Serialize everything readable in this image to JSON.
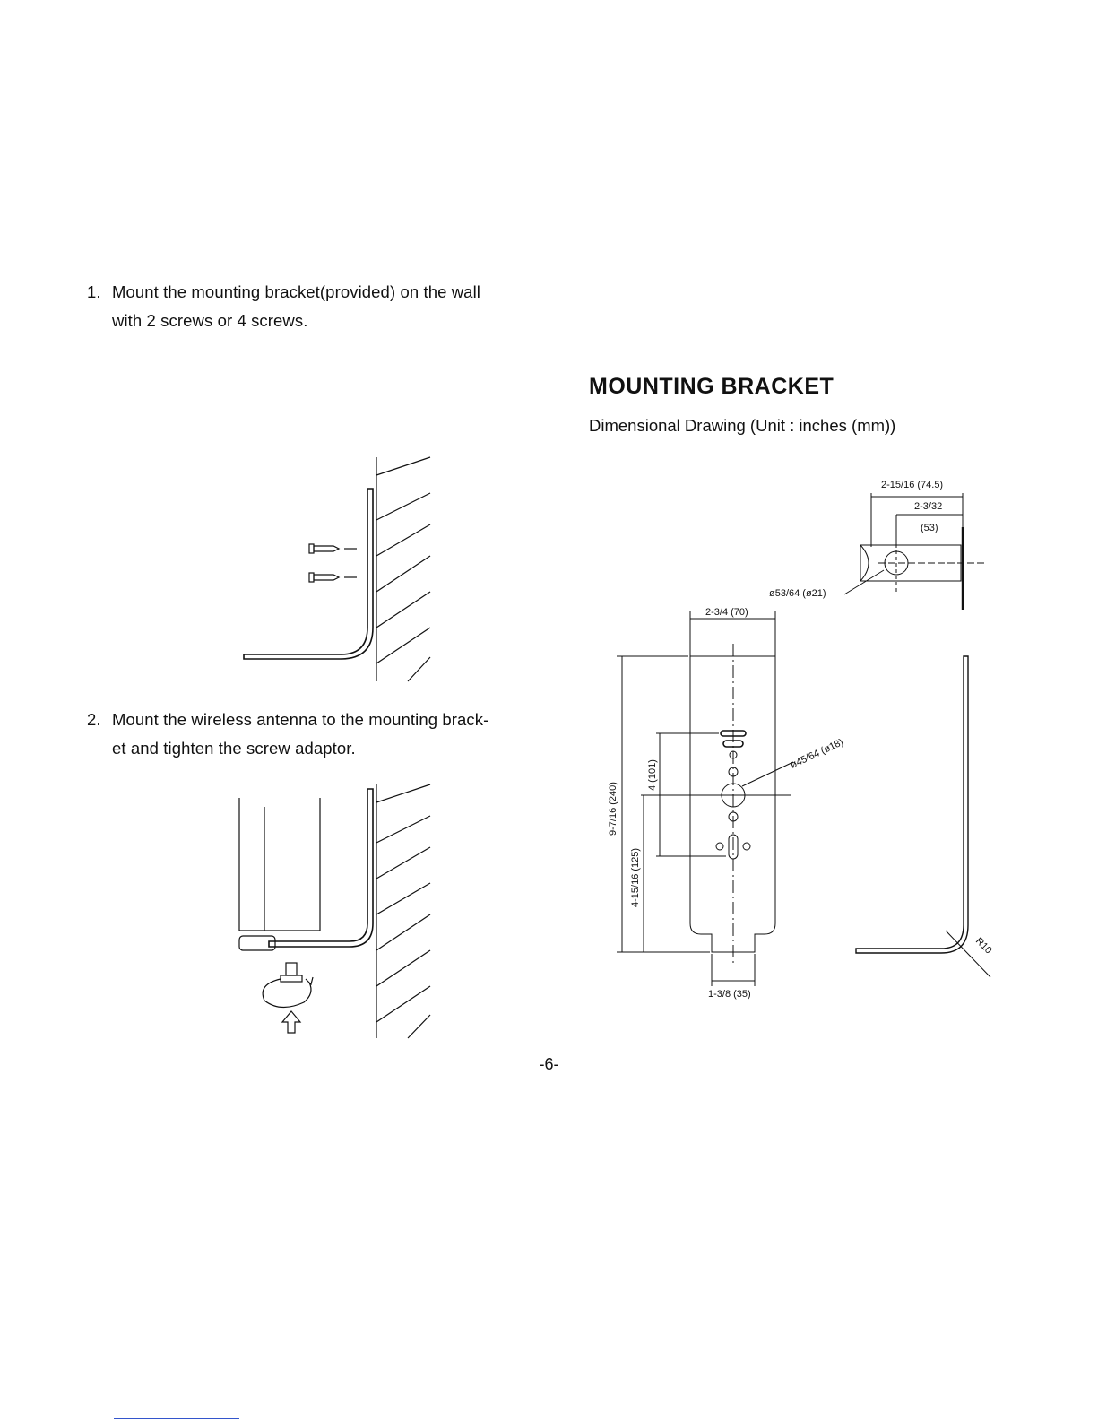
{
  "step1": {
    "number": "1.",
    "line1": "Mount the mounting bracket(provided) on the wall",
    "line2": "with 2 screws or 4 screws."
  },
  "step2": {
    "number": "2.",
    "line1": "Mount the wireless antenna to the mounting brack-",
    "line2": "et and tighten the screw adaptor."
  },
  "section": {
    "title": "MOUNTING BRACKET",
    "subtitle": "Dimensional Drawing (Unit : inches (mm))"
  },
  "dimensions": {
    "top_width": "2-15/16 (74.5)",
    "inner_width": "2-3/32",
    "inner_width_mm": "(53)",
    "hole_large": "ø53/64 (ø21)",
    "plate_width": "2-3/4 (70)",
    "total_height": "9-7/16 (240)",
    "hole_span": "4 (101)",
    "lower_height": "4-15/16 (125)",
    "center_hole": "ø45/64 (ø18)",
    "tab_width": "1-3/8 (35)",
    "radius": "R10"
  },
  "page_number": "-6-"
}
